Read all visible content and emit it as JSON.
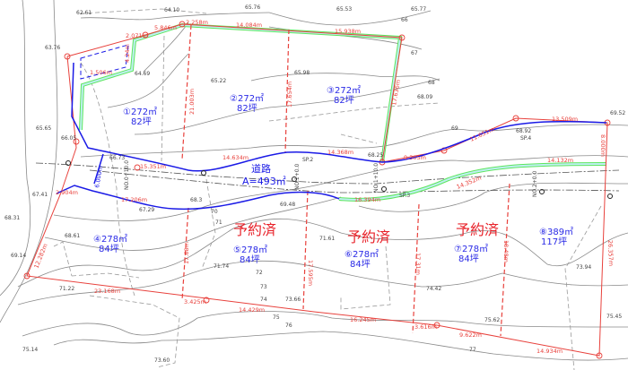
{
  "lots": [
    {
      "id": "lot-1",
      "area": "①272㎡",
      "tsubo": "82坪"
    },
    {
      "id": "lot-2",
      "area": "②272㎡",
      "tsubo": "82坪"
    },
    {
      "id": "lot-3",
      "area": "③272㎡",
      "tsubo": "82坪"
    },
    {
      "id": "lot-4",
      "area": "④278㎡",
      "tsubo": "84坪"
    },
    {
      "id": "lot-5",
      "area": "⑤278㎡",
      "tsubo": "84坪"
    },
    {
      "id": "lot-6",
      "area": "⑥278㎡",
      "tsubo": "84坪"
    },
    {
      "id": "lot-7",
      "area": "⑦278㎡",
      "tsubo": "84坪"
    },
    {
      "id": "lot-8",
      "area": "⑧389㎡",
      "tsubo": "117坪"
    }
  ],
  "road": {
    "label": "道路",
    "area": "A=493㎡"
  },
  "reserved_label": "予約済",
  "dimensions": [
    "2.071m",
    "5.846m",
    "2.258m",
    "14.084m",
    "15.938m",
    "17.636m",
    "1.506m",
    "4.24m",
    "15.351m",
    "14.634m",
    "14.368m",
    "9.305m",
    "11.651m",
    "13.509m",
    "14.132m",
    "16.394m",
    "14.352m",
    "17.206m",
    "2.904m",
    "12.282m",
    "23.168m",
    "3.425m",
    "14.429m",
    "16.245m",
    "3.616m",
    "9.622m",
    "14.934m",
    "26.357m",
    "6.000m",
    "8.000m",
    "21.003m",
    "17.654m",
    "17.68m",
    "17.595m",
    "17.31m",
    "18.48m"
  ],
  "elevations": [
    "62.61",
    "64.10",
    "65.76",
    "65.53",
    "65.77",
    "63.76",
    "64.69",
    "65.22",
    "65.98",
    "66",
    "67",
    "68",
    "68.09",
    "69",
    "68.92",
    "69.52",
    "65.65",
    "66.05",
    "66.73",
    "67.41",
    "68.31",
    "68.61",
    "69.14",
    "67.29",
    "68.3",
    "69.48",
    "70",
    "71",
    "71.74",
    "72",
    "73",
    "74",
    "73.66",
    "75",
    "76",
    "71.22",
    "75.14",
    "73.60",
    "71.61",
    "74.42",
    "75.62",
    "73.94",
    "75.45",
    "77",
    "68.25"
  ],
  "survey_points": [
    "SP.2",
    "SP.3",
    "SP.4",
    "NO.0+10.0",
    "NO.1+0.0",
    "NO.1+10.0",
    "NO.2+0.0"
  ]
}
